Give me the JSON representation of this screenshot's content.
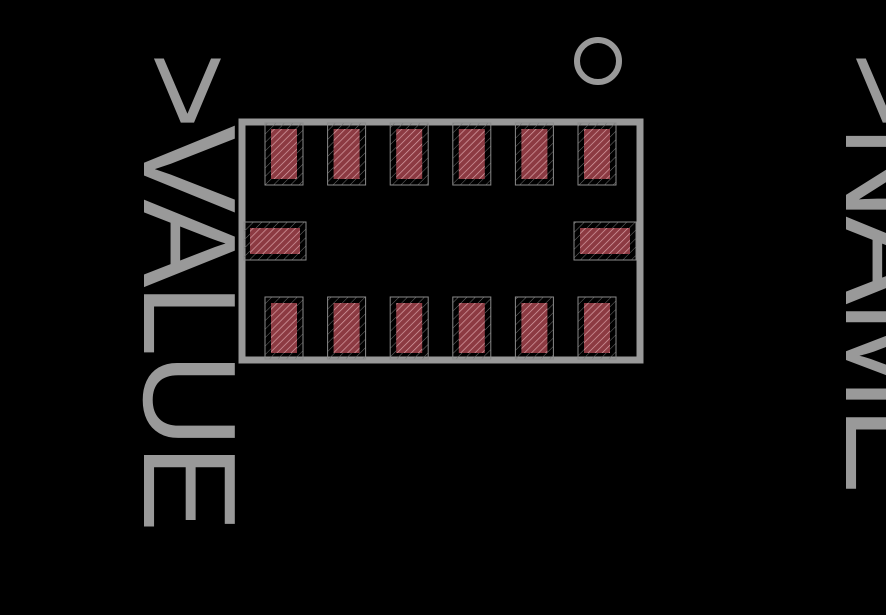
{
  "footprint": {
    "value_label": ">VALUE",
    "name_label": ">NAME",
    "pins_top_count": 6,
    "pins_bottom_count": 6,
    "pins_side_count": 2,
    "pin1_marker": "circle"
  },
  "colors": {
    "background": "#000000",
    "silkscreen": "#999999",
    "pad_fill": "#8c3a42",
    "pad_hatch": "#d8a0a6",
    "keepout": "#8a8a8a"
  }
}
